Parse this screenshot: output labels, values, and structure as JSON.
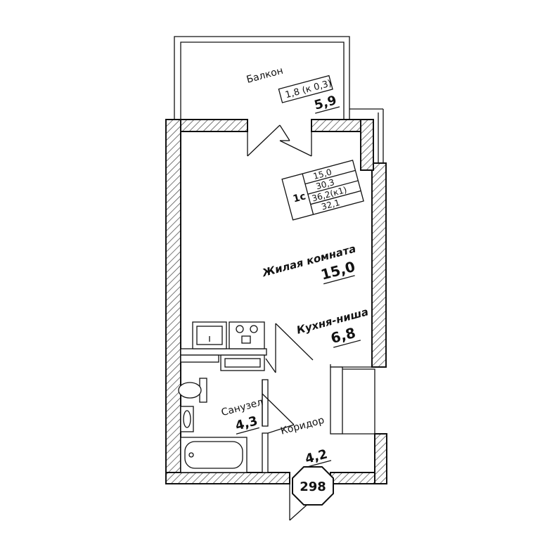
{
  "rooms": {
    "balcony": {
      "name": "Балкон",
      "coef": "1,8 (к 0,3)",
      "area": "5,9"
    },
    "living": {
      "name": "Жилая комната",
      "area": "15,0"
    },
    "kitchen": {
      "name": "Кухня-ниша",
      "area": "6,8"
    },
    "bathroom": {
      "name": "Санузел",
      "area": "4,3"
    },
    "corridor": {
      "name": "Коридор",
      "area": "4,2"
    }
  },
  "summary": {
    "type": "1с",
    "living_area": "15,0",
    "useful_area": "30,3",
    "total_area": "36,2(к1)",
    "area_4": "32,1"
  },
  "apartment_number": "298",
  "colors": {
    "lines": "#111111",
    "hatch": "#555555",
    "background": "#ffffff"
  }
}
